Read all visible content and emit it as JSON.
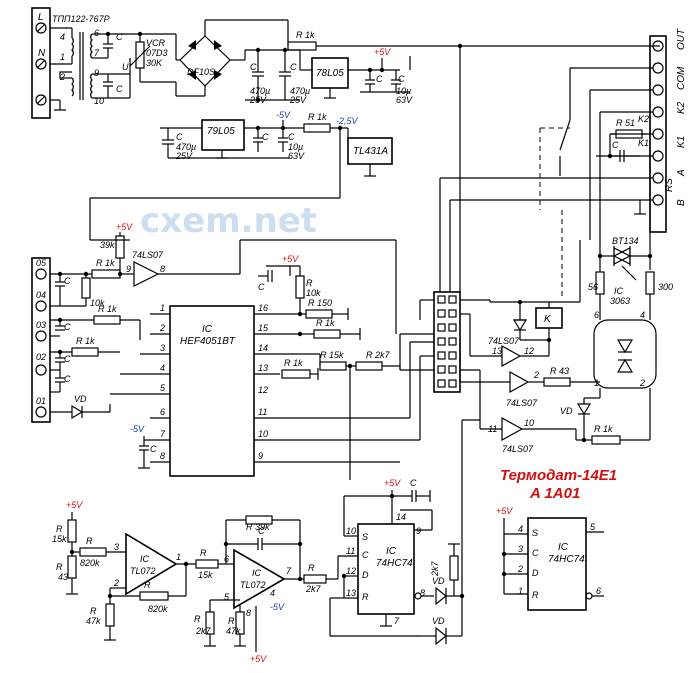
{
  "title": {
    "line1": "Термодат-14Е1",
    "line2": "A 1A01"
  },
  "watermark": "cxem.net",
  "terminals_left_top": [
    "L",
    "N"
  ],
  "terminals_left_bottom": [
    "05",
    "04",
    "03",
    "02",
    "01"
  ],
  "terminals_right": [
    "OUT",
    "COM",
    "K2",
    "K1",
    "A",
    "B"
  ],
  "rs_label": "RS",
  "transformer": {
    "label": "ТПП122-767Р",
    "pins": [
      "4",
      "1",
      "6",
      "7",
      "9",
      "10",
      "2"
    ]
  },
  "vcr": {
    "name": "VCR",
    "part": "07D3",
    "val": "30K"
  },
  "rectifier": "DF10S",
  "reg1": "78L05",
  "reg2": "79L05",
  "tl431": "TL431A",
  "mux": {
    "ic": "IC",
    "name": "HEF4051BT",
    "pins_left": [
      "1",
      "2",
      "3",
      "4",
      "5",
      "6",
      "7",
      "8"
    ],
    "pins_right": [
      "16",
      "15",
      "14",
      "13",
      "12",
      "11",
      "10",
      "9"
    ]
  },
  "opamp": {
    "ic": "IC",
    "name": "TL072"
  },
  "inv": "74LS07",
  "ff": {
    "ic": "IC",
    "name": "74HC74",
    "pins": [
      "S",
      "C",
      "D",
      "R"
    ]
  },
  "opto": {
    "ic": "IC",
    "name": "3063"
  },
  "triac": "BT134",
  "relay": "K",
  "rails": {
    "p5": "+5V",
    "m5": "-5V",
    "m25": "-2,5V"
  },
  "labels": {
    "c": "C",
    "r": "R",
    "vd": "VD",
    "u": "U",
    "c470": "470µ",
    "v25": "25V",
    "c10": "10µ",
    "v63": "63V",
    "r1k": "R 1k",
    "r10k": "10k",
    "r39k": "39k",
    "r150": "R 150",
    "r15k": "R 15k",
    "r2k7": "R 2k7",
    "r43": "R 43",
    "r51": "R 51",
    "r56": "56",
    "r300": "300",
    "r820k": "820k",
    "r47k": "47k",
    "r43b": "43",
    "r2k7b": "2k7",
    "r39kb": "R 39k",
    "r15kb": "15k",
    "k2": "K2",
    "k1": "K1"
  },
  "pin_nums": [
    "1",
    "2",
    "3",
    "4",
    "5",
    "6",
    "7",
    "8",
    "9",
    "10",
    "11",
    "12",
    "13",
    "14"
  ]
}
